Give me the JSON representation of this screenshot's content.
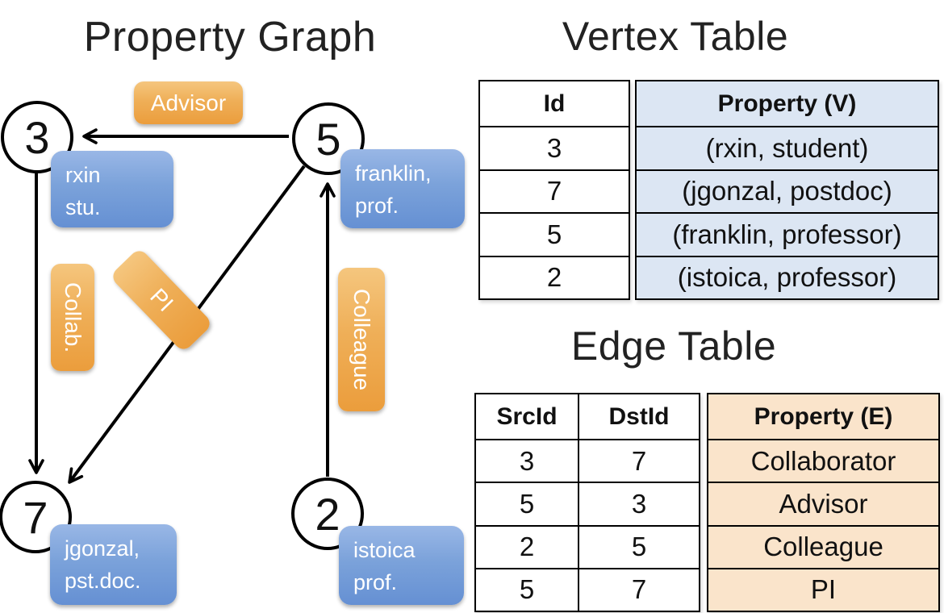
{
  "graph": {
    "title": "Property Graph",
    "vertices": {
      "v3": {
        "id": "3",
        "line1": "rxin",
        "line2": "stu."
      },
      "v5": {
        "id": "5",
        "line1": "franklin,",
        "line2": "prof."
      },
      "v7": {
        "id": "7",
        "line1": "jgonzal,",
        "line2": "pst.doc."
      },
      "v2": {
        "id": "2",
        "line1": "istoica",
        "line2": "prof."
      }
    },
    "edge_labels": {
      "advisor": "Advisor",
      "collab": "Collab.",
      "pi": "PI",
      "colleague": "Colleague"
    },
    "edges": [
      {
        "src": "5",
        "dst": "3",
        "label": "Advisor"
      },
      {
        "src": "3",
        "dst": "7",
        "label": "Collab."
      },
      {
        "src": "5",
        "dst": "7",
        "label": "PI"
      },
      {
        "src": "2",
        "dst": "5",
        "label": "Colleague"
      }
    ]
  },
  "vertex_table": {
    "title": "Vertex Table",
    "columns": [
      "Id",
      "Property (V)"
    ],
    "rows": [
      {
        "id": "3",
        "property": "(rxin, student)"
      },
      {
        "id": "7",
        "property": "(jgonzal, postdoc)"
      },
      {
        "id": "5",
        "property": "(franklin, professor)"
      },
      {
        "id": "2",
        "property": "(istoica, professor)"
      }
    ]
  },
  "edge_table": {
    "title": "Edge Table",
    "columns": [
      "SrcId",
      "DstId",
      "Property (E)"
    ],
    "rows": [
      {
        "src": "3",
        "dst": "7",
        "property": "Collaborator"
      },
      {
        "src": "5",
        "dst": "3",
        "property": "Advisor"
      },
      {
        "src": "2",
        "dst": "5",
        "property": "Colleague"
      },
      {
        "src": "5",
        "dst": "7",
        "property": "PI"
      }
    ]
  },
  "colors": {
    "edge_label_orange": "#EB9D3C",
    "vertex_label_blue": "#6590D3",
    "vertex_property_fill": "#DCE6F3",
    "edge_property_fill": "#FAE4CB",
    "line": "#000000"
  }
}
